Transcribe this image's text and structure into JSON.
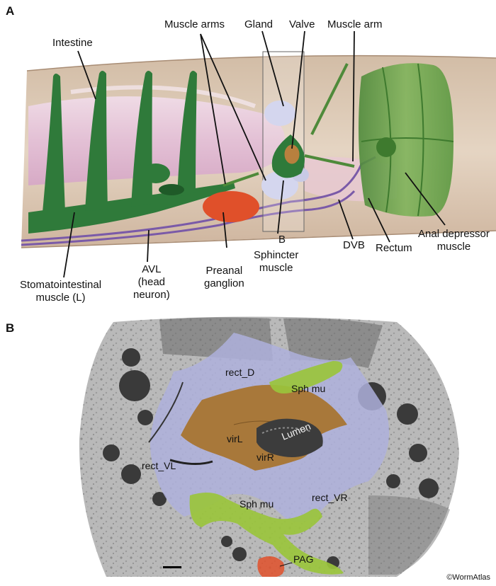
{
  "panelA": {
    "letter": "A",
    "labels": {
      "intestine": "Intestine",
      "muscle_arms": "Muscle arms",
      "gland": "Gland",
      "valve": "Valve",
      "muscle_arm": "Muscle arm",
      "box_b": "B",
      "dvb": "DVB",
      "rectum": "Rectum",
      "anal_depressor": [
        "Anal depressor",
        "muscle"
      ],
      "sphincter": [
        "Sphincter",
        "muscle"
      ],
      "preanal": [
        "Preanal",
        "ganglion"
      ],
      "avl": [
        "AVL",
        "(head",
        "neuron)"
      ],
      "stomatointestinal": [
        "Stomatointestinal",
        "muscle (L)"
      ]
    }
  },
  "panelB": {
    "letter": "B",
    "labels": {
      "rect_d": "rect_D",
      "sph_mu_top": "Sph mu",
      "virl": "virL",
      "lumen": "Lumen",
      "virr": "virR",
      "rect_vl": "rect_VL",
      "rect_vr": "rect_VR",
      "sph_mu_bottom": "Sph mu",
      "pag": "PAG"
    },
    "credit": "©WormAtlas"
  },
  "colors": {
    "muscle_green": "#2f7a3a",
    "intestine_pink": "#e8c8dc",
    "body_tan": "#d8c4ae",
    "neuron_purple": "#7a5aa8",
    "ganglion_red": "#e0502a",
    "gland_lavender": "#d4d6ee",
    "rect_blue": "#aeb0dc",
    "vir_brown": "#a8783a",
    "sph_green": "#9ac43c"
  }
}
